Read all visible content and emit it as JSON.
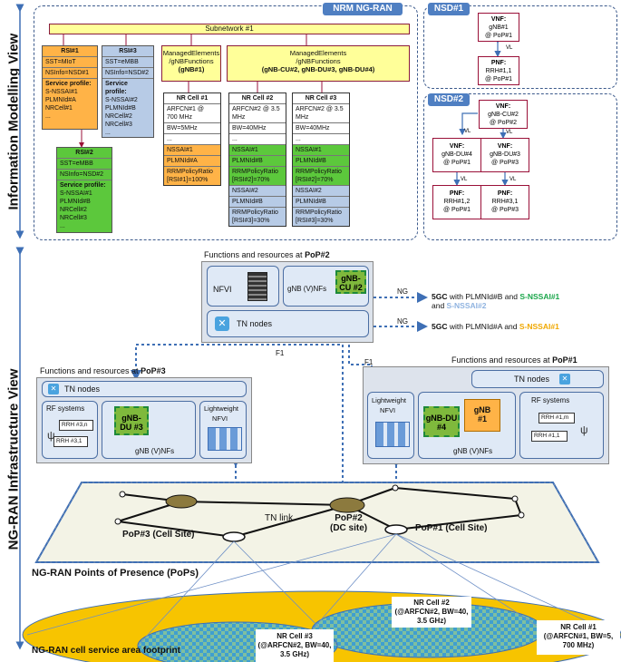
{
  "side_labels": {
    "info_view": "Information Modelling View",
    "infra_view": "NG-RAN Infrastructure View"
  },
  "nrm": {
    "tag": "NRM NG-RAN",
    "subnetwork": "Subnetwork #1",
    "rsi1": {
      "title": "RSI#1",
      "rows": [
        "SST=MIoT",
        "NSInfo=NSD#1",
        "Service profile:",
        "S-NSSAI#1",
        "PLMNId#A",
        "NRCell#1",
        "..."
      ]
    },
    "rsi3": {
      "title": "RSI#3",
      "rows": [
        "SST=eMBB",
        "NSInfo=NSD#2",
        "Service profile:",
        "S-NSSAI#2",
        "PLMNId#B",
        "NRCell#2",
        "NRCell#3",
        "..."
      ]
    },
    "rsi2": {
      "title": "RSI#2",
      "rows": [
        "SST=eMBB",
        "NSInfo=NSD#2",
        "Service profile:",
        "S-NSSAI#1",
        "PLMNId#B",
        "NRCell#2",
        "NRCell#3",
        "..."
      ]
    },
    "me1": {
      "line1": "ManagedElements",
      "line2": "/gNBFunctions",
      "line3": "(gNB#1)"
    },
    "me2": {
      "line1": "ManagedElements",
      "line2": "/gNBFunctions",
      "line3": "(gNB-CU#2, gNB-DU#3, gNB-DU#4)"
    },
    "cell1": {
      "title": "NR Cell #1",
      "rows": [
        "ARFCN#1 @",
        "700 MHz",
        "BW=5MHz",
        "...",
        "NSSAI#1",
        "PLMNId#A",
        "RRMPolicyRatio",
        "[RSI#1]=100%"
      ]
    },
    "cell2": {
      "title": "NR Cell #2",
      "rows": [
        "ARFCN#2 @ 3.5",
        "MHz",
        "BW=40MHz",
        "...",
        "NSSAI#1",
        "PLMNId#B",
        "RRMPolicyRatio",
        "[RSI#2]=70%",
        "NSSAI#2",
        "PLMNId#B",
        "RRMPolicyRatio",
        "[RSI#3]=30%"
      ]
    },
    "cell3": {
      "title": "NR Cell #3",
      "rows": [
        "ARFCN#2 @ 3.5",
        "MHz",
        "BW=40MHz",
        "...",
        "NSSAI#1",
        "PLMNId#B",
        "RRMPolicyRatio",
        "[RSI#2]=70%",
        "NSSAI#2",
        "PLMNId#B",
        "RRMPolicyRatio",
        "[RSI#3]=30%"
      ]
    }
  },
  "nsd1": {
    "tag": "NSD#1",
    "vnf": [
      "VNF:",
      "gNB#1",
      "@ PoP#1"
    ],
    "vl": "VL",
    "pnf": [
      "PNF:",
      "RRH#1,1",
      "@ PoP#1"
    ]
  },
  "nsd2": {
    "tag": "NSD#2",
    "vnf_cu": [
      "VNF:",
      "gNB-CU#2",
      "@ PoP#2"
    ],
    "vnf_du4": [
      "VNF:",
      "gNB-DU#4",
      "@ PoP#1"
    ],
    "vnf_du3": [
      "VNF:",
      "gNB-DU#3",
      "@ PoP#3"
    ],
    "pnf_a": [
      "PNF:",
      "RRH#1,2",
      "@ PoP#1"
    ],
    "pnf_b": [
      "PNF:",
      "RRH#3,1",
      "@ PoP#3"
    ],
    "vl": "VL"
  },
  "pop2": {
    "title_prefix": "Functions and resources at ",
    "title_bold": "PoP#2",
    "nfvi": "NFVI",
    "gnb_vnfs": "gNB (V)NFs",
    "cu": "gNB-CU #2",
    "tn": "TN nodes"
  },
  "pop3": {
    "title_prefix": "Functions and resources at ",
    "title_bold": "PoP#3",
    "tn": "TN nodes",
    "rf": "RF systems",
    "rrh_n": "RRH #3,n",
    "rrh_1": "RRH #3,1",
    "du": "gNB-DU #3",
    "gnb_vnfs": "gNB (V)NFs",
    "lw": "Lightweight",
    "nfvi": "NFVI"
  },
  "pop1": {
    "title_prefix": "Functions and resources at ",
    "title_bold": "PoP#1",
    "tn": "TN nodes",
    "lw": "Lightweight",
    "nfvi": "NFVI",
    "du": "gNB-DU #4",
    "gnb": "gNB #1",
    "gnb_vnfs": "gNB (V)NFs",
    "rf": "RF systems",
    "rrh_m": "RRH #1,m",
    "rrh_1": "RRH #1,1"
  },
  "links": {
    "ng1": "NG",
    "ng2": "NG",
    "f1a": "F1",
    "f1b": "F1",
    "tn_link": "TN link"
  },
  "core": {
    "c1_bold": "5GC",
    "c1_text": " with PLMNId#B and ",
    "c1_s1": "S-NSSAI#1",
    "c1_and": "and ",
    "c1_s2": "S-NSSAI#2",
    "c2_bold": "5GC",
    "c2_text": " with PLMNId#A and ",
    "c2_s1": "S-NSSAI#1",
    "colors": {
      "green": "#1aa64a",
      "light_blue": "#8fb3e0",
      "orange": "#f0a800"
    }
  },
  "sites": {
    "pop3": "PoP#3 (Cell Site)",
    "pop2a": "PoP#2",
    "pop2b": "(DC site)",
    "pop1": "PoP#1 (Cell Site)"
  },
  "pops_label": "NG-RAN Points of Presence (PoPs)",
  "footprint_label": "NG-RAN cell service area footprint",
  "cells": {
    "c3": [
      "NR Cell #3",
      "(@ARFCN#2, BW=40,",
      "3.5 GHz)"
    ],
    "c2": [
      "NR Cell #2",
      "(@ARFCN#2, BW=40,",
      "3.5 GHz)"
    ],
    "c1": [
      "NR Cell #1",
      "(@ARFCN#1, BW=5,",
      "700 MHz)"
    ]
  }
}
